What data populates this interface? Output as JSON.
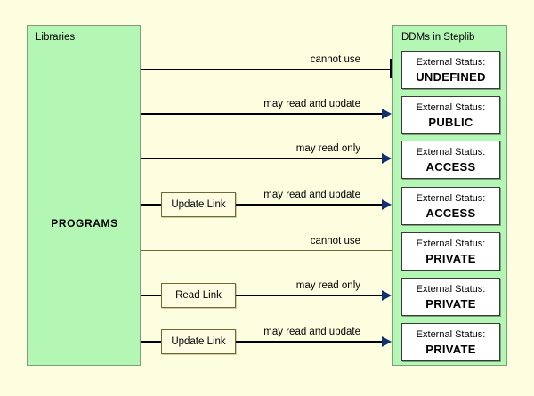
{
  "diagram": {
    "type": "flow-diagram",
    "background_color": "#fdfddf",
    "panel_color": "#b4f6b4",
    "arrow_color": "#12316e",
    "left_panel": {
      "title": "Libraries",
      "center_label": "PROGRAMS"
    },
    "right_panel": {
      "title": "DDMs in Steplib"
    },
    "rows": [
      {
        "id": "row-1",
        "edge_label": "cannot use",
        "terminator": "blocked",
        "link_box": null,
        "status_label": "External Status:",
        "status_value": "UNDEFINED"
      },
      {
        "id": "row-2",
        "edge_label": "may read and update",
        "terminator": "arrow",
        "link_box": null,
        "status_label": "External Status:",
        "status_value": "PUBLIC"
      },
      {
        "id": "row-3",
        "edge_label": "may read only",
        "terminator": "arrow",
        "link_box": null,
        "status_label": "External Status:",
        "status_value": "ACCESS"
      },
      {
        "id": "row-4",
        "edge_label": "may read and update",
        "terminator": "arrow",
        "link_box": "Update Link",
        "status_label": "External Status:",
        "status_value": "ACCESS"
      },
      {
        "id": "row-5",
        "edge_label": "cannot use",
        "terminator": "blocked",
        "link_box": null,
        "status_label": "External Status:",
        "status_value": "PRIVATE"
      },
      {
        "id": "row-6",
        "edge_label": "may read only",
        "terminator": "arrow",
        "link_box": "Read Link",
        "status_label": "External Status:",
        "status_value": "PRIVATE"
      },
      {
        "id": "row-7",
        "edge_label": "may read and update",
        "terminator": "arrow",
        "link_box": "Update Link",
        "status_label": "External Status:",
        "status_value": "PRIVATE"
      }
    ]
  }
}
